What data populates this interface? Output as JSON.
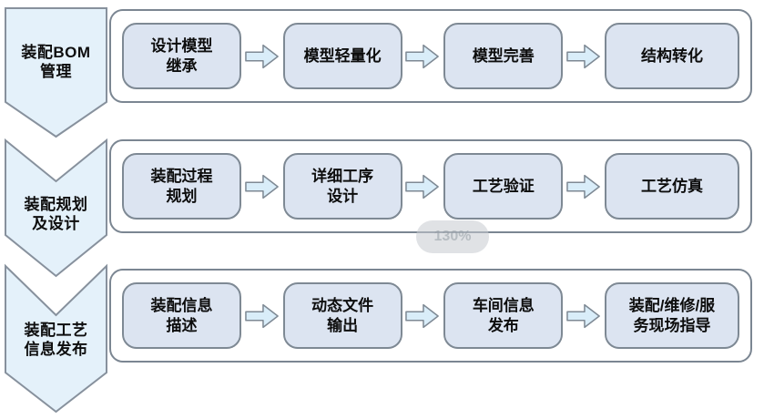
{
  "colors": {
    "box_fill": "#dce4f1",
    "chevron_fill": "#e4f1fa",
    "arrow_fill": "#d9edf9",
    "border_gray": "#7e8994",
    "background": "#ffffff"
  },
  "toast": {
    "label": "130%"
  },
  "rows": [
    {
      "stage": {
        "label": "装配BOM\n管理"
      },
      "steps": [
        "设计模型\n继承",
        "模型轻量化",
        "模型完善",
        "结构转化"
      ]
    },
    {
      "stage": {
        "label": "装配规划\n及设计"
      },
      "steps": [
        "装配过程\n规划",
        "详细工序\n设计",
        "工艺验证",
        "工艺仿真"
      ]
    },
    {
      "stage": {
        "label": "装配工艺\n信息发布"
      },
      "steps": [
        "装配信息\n描述",
        "动态文件\n输出",
        "车间信息\n发布",
        "装配/维修/服\n务现场指导"
      ]
    }
  ]
}
